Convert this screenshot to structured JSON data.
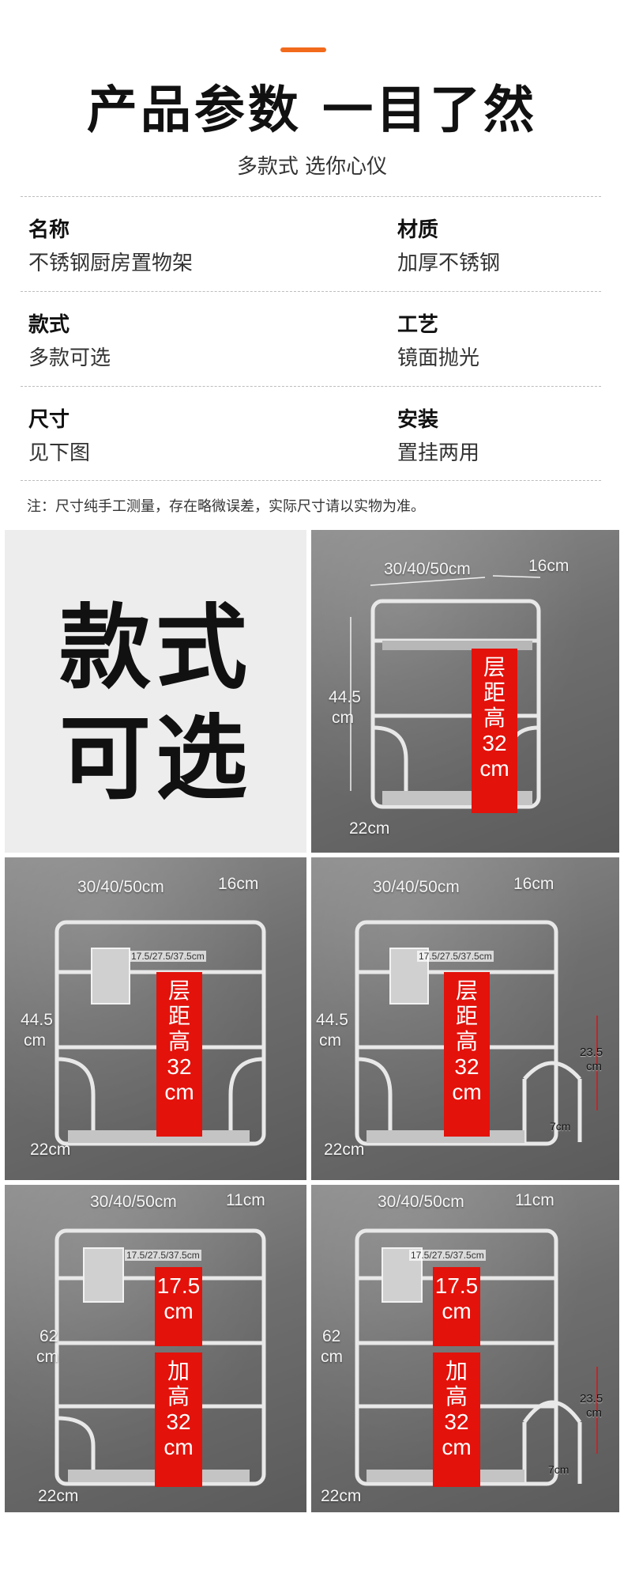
{
  "header": {
    "title": "产品参数 一目了然",
    "subtitle": "多款式 选你心仪"
  },
  "params": {
    "name_key": "名称",
    "name_val": "不锈钢厨房置物架",
    "material_key": "材质",
    "material_val": "加厚不锈钢",
    "style_key": "款式",
    "style_val": "多款可选",
    "craft_key": "工艺",
    "craft_val": "镜面抛光",
    "size_key": "尺寸",
    "size_val": "见下图",
    "install_key": "安装",
    "install_val": "置挂两用"
  },
  "note": "注：尺寸纯手工测量，存在略微误差，实际尺寸请以实物为准。",
  "styles_banner": {
    "line1": "款式",
    "line2": "可选"
  },
  "dims": {
    "width": "30/40/50cm",
    "depth16": "16cm",
    "depth11": "11cm",
    "height44_a": "44.5",
    "height62_a": "62",
    "cm": "cm",
    "base": "22cm",
    "cup_holder": "17.5/27.5/37.5cm",
    "board_h_a": "23.5",
    "board_w": "7cm"
  },
  "bands": {
    "layer": [
      "层",
      "距",
      "高",
      "32",
      "cm"
    ],
    "top": [
      "17.5",
      "cm"
    ],
    "plus": [
      "加",
      "高",
      "32",
      "cm"
    ]
  }
}
